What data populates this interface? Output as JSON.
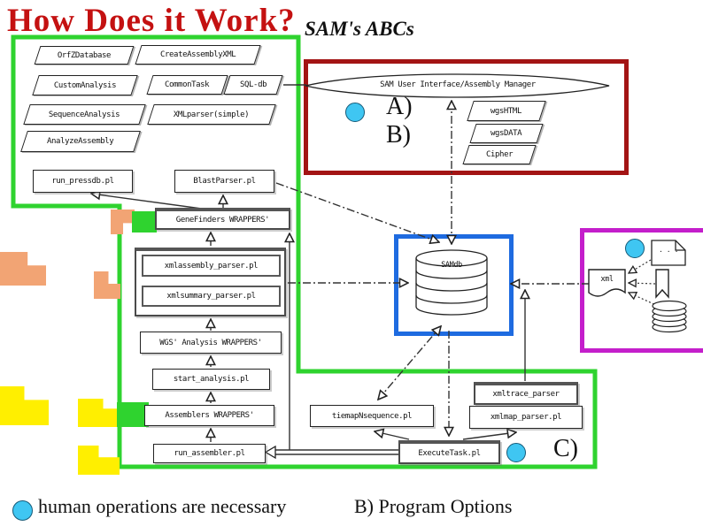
{
  "slide": {
    "title": "How Does it Work?",
    "subtitle": "SAM's ABCs"
  },
  "legend": {
    "human_ops_label": "human operations are necessary",
    "program_options_label": "B) Program Options"
  },
  "markers": {
    "a": "A)",
    "b": "B)",
    "c": "C)"
  },
  "modules": {
    "parallelograms": [
      {
        "label": "OrfZDatabase"
      },
      {
        "label": "CreateAssemblyXML"
      },
      {
        "label": "CustomAnalysis"
      },
      {
        "label": "CommonTask"
      },
      {
        "label": "SQL-db"
      },
      {
        "label": "SequenceAnalysis"
      },
      {
        "label": "XMLparser(simple)"
      },
      {
        "label": "AnalyzeAssembly"
      }
    ],
    "scripts": {
      "run_pressdb": "run_pressdb.pl",
      "blast_parser": "BlastParser.pl",
      "genefinders": "GeneFinders WRAPPERS'",
      "xmlassembly": "xmlassembly_parser.pl",
      "xmlsummary": "xmlsummary_parser.pl",
      "wgs_analysis": "WGS' Analysis WRAPPERS'",
      "start_analysis": "start_analysis.pl",
      "assemblers": "Assemblers WRAPPERS'",
      "run_assembler": "run_assembler.pl",
      "tiemap": "tiemapNsequence.pl",
      "execute_task": "ExecuteTask.pl",
      "xmltrace": "xmltrace_parser",
      "xmlmap": "xmlmap_parser.pl"
    },
    "banner": "SAM User Interface/Assembly Manager",
    "ui_outputs": [
      {
        "label": "wgsHTML"
      },
      {
        "label": "wgsDATA"
      },
      {
        "label": "Cipher"
      }
    ],
    "database": "SAMdb",
    "xml_doc_label": "xml",
    "doc_dots": ". . ."
  },
  "colors": {
    "title_red": "#c41111",
    "frame_red": "#a31414",
    "frame_green": "#2fd32f",
    "frame_blue": "#1e6be0",
    "frame_purple": "#c41ecb",
    "circle_blue": "#3fc6f2",
    "piece_orange": "#f2a474",
    "piece_yellow": "#ffef00"
  }
}
